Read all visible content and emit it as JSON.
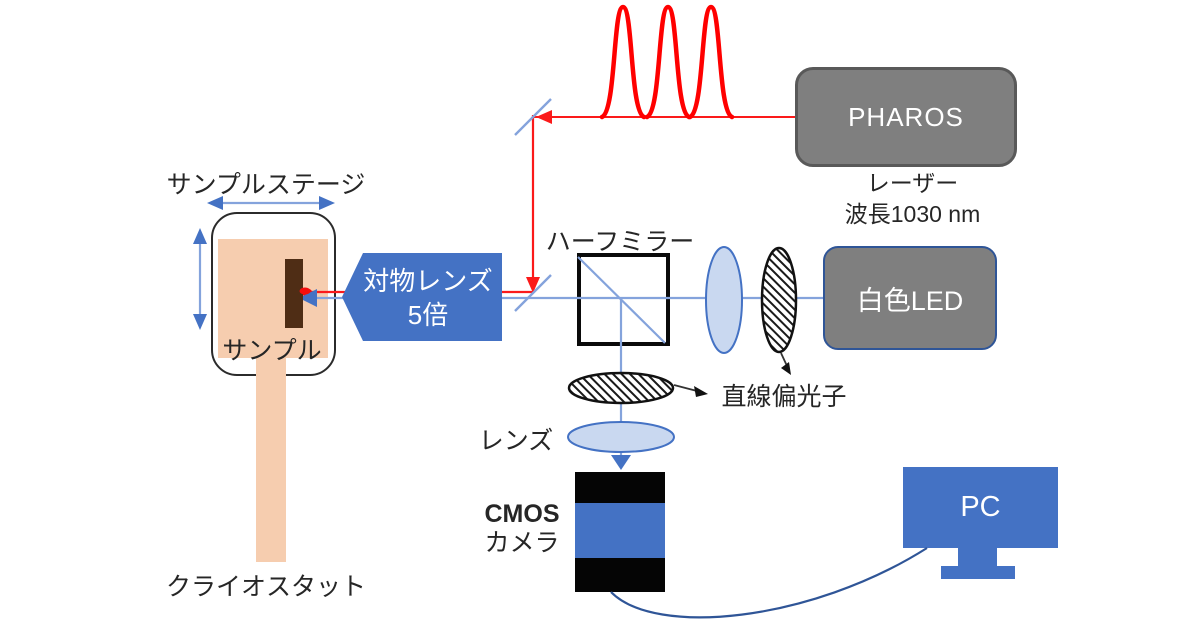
{
  "colors": {
    "accent_blue": "#4472C4",
    "beam_blue": "#84A3DC",
    "laser_red": "#FF0000",
    "device_gray": "#7F7F7F",
    "gray_border": "#595959",
    "navy_border": "#2F5597",
    "cryostat_peach": "#F6CDAF",
    "sample_brown": "#4F2D15",
    "lens_fill": "#C9D8F0"
  },
  "laser": {
    "name": "PHAROS",
    "caption_line1": "レーザー",
    "caption_line2": "波長1030 nm"
  },
  "stage": {
    "label": "サンプルステージ",
    "sample_label": "サンプル",
    "cryostat_label": "クライオスタット"
  },
  "objective": {
    "label_line1": "対物レンズ",
    "label_line2": "5倍"
  },
  "half_mirror": {
    "label": "ハーフミラー"
  },
  "led": {
    "label": "白色LED"
  },
  "polarizer": {
    "label": "直線偏光子"
  },
  "lens": {
    "label": "レンズ"
  },
  "camera": {
    "label_line1": "CMOS",
    "label_line2": "カメラ"
  },
  "pc": {
    "label": "PC"
  }
}
